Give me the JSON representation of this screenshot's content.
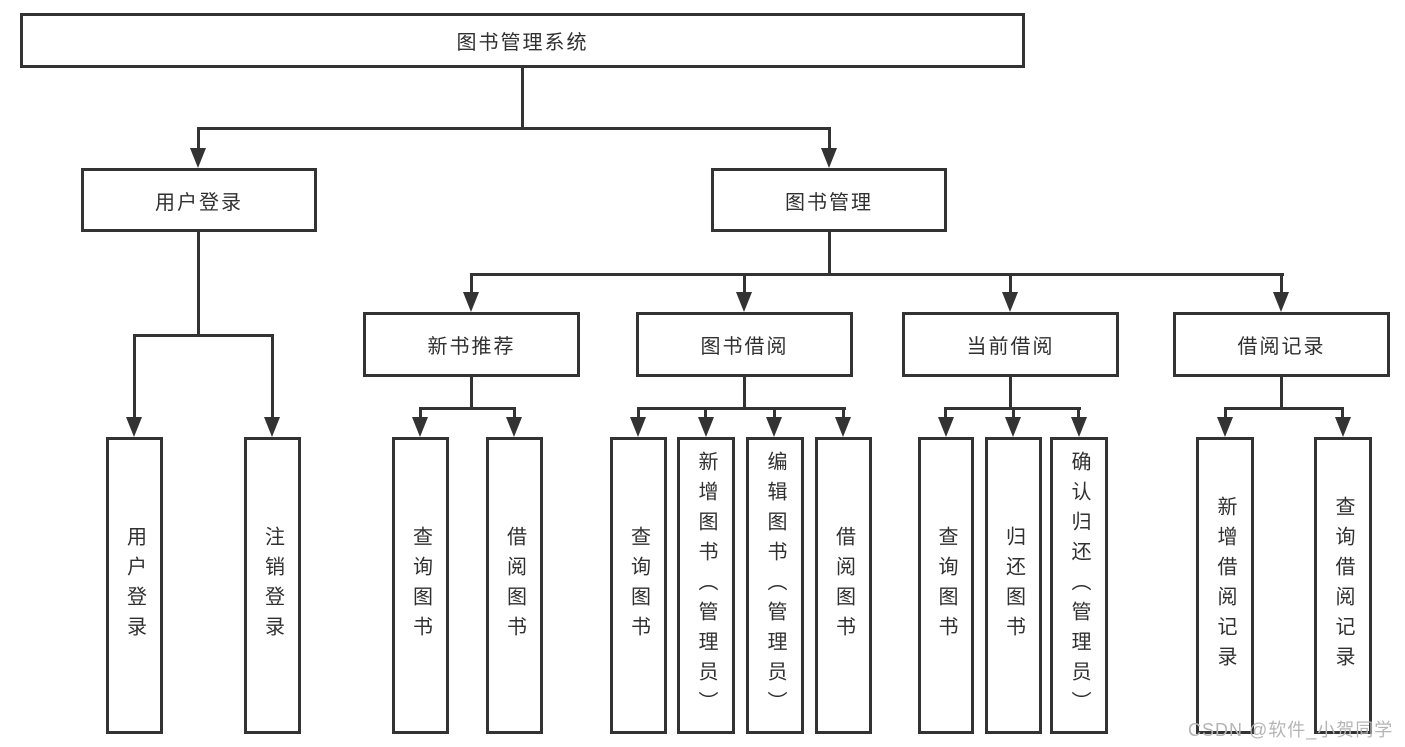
{
  "tree": {
    "label": "图书管理系统",
    "children": [
      {
        "label": "用户登录",
        "children": [
          {
            "label": "用户登录"
          },
          {
            "label": "注销登录"
          }
        ]
      },
      {
        "label": "图书管理",
        "children": [
          {
            "label": "新书推荐",
            "children": [
              {
                "label": "查询图书"
              },
              {
                "label": "借阅图书"
              }
            ]
          },
          {
            "label": "图书借阅",
            "children": [
              {
                "label": "查询图书"
              },
              {
                "label": "新增图书（管理员）"
              },
              {
                "label": "编辑图书（管理员）"
              },
              {
                "label": "借阅图书"
              }
            ]
          },
          {
            "label": "当前借阅",
            "children": [
              {
                "label": "查询图书"
              },
              {
                "label": "归还图书"
              },
              {
                "label": "确认归还（管理员）"
              }
            ]
          },
          {
            "label": "借阅记录",
            "children": [
              {
                "label": "新增借阅记录"
              },
              {
                "label": "查询借阅记录"
              }
            ]
          }
        ]
      }
    ]
  },
  "watermark": {
    "text": "CSDN @软件_小贺同学"
  },
  "colors": {
    "line": "#333333",
    "text": "#303030",
    "watermark": "#b5b5b5",
    "background": "#ffffff"
  }
}
